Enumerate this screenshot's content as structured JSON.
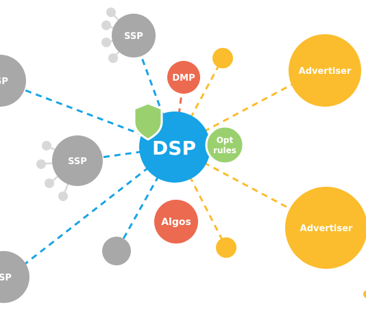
{
  "colors": {
    "ssp": "#a8a8a8",
    "ssp_satellite": "#d8d8d8",
    "dsp": "#17a3e6",
    "dmp": "#ec6a4f",
    "algos": "#ec6a4f",
    "opt_rules": "#9bd06f",
    "shield": "#9bd06f",
    "advertiser": "#fbbd2d",
    "link_ssp": "#17a3e6",
    "link_adv": "#fbbd2d",
    "link_dmp": "#ec6a4f",
    "text_on_color": "#ffffff"
  },
  "nodes": {
    "dsp": {
      "label": "DSP"
    },
    "dmp": {
      "label": "DMP"
    },
    "algos": {
      "label": "Algos"
    },
    "opt_rules": {
      "line1": "Opt",
      "line2": "rules"
    },
    "ssp_top": {
      "label": "SSP"
    },
    "ssp_left_top": {
      "label": "SSP"
    },
    "ssp_mid": {
      "label": "SSP"
    },
    "ssp_left_bottom": {
      "label": "SSP"
    },
    "advertiser_top": {
      "label": "Advertiser"
    },
    "advertiser_bottom": {
      "label": "Advertiser"
    }
  }
}
